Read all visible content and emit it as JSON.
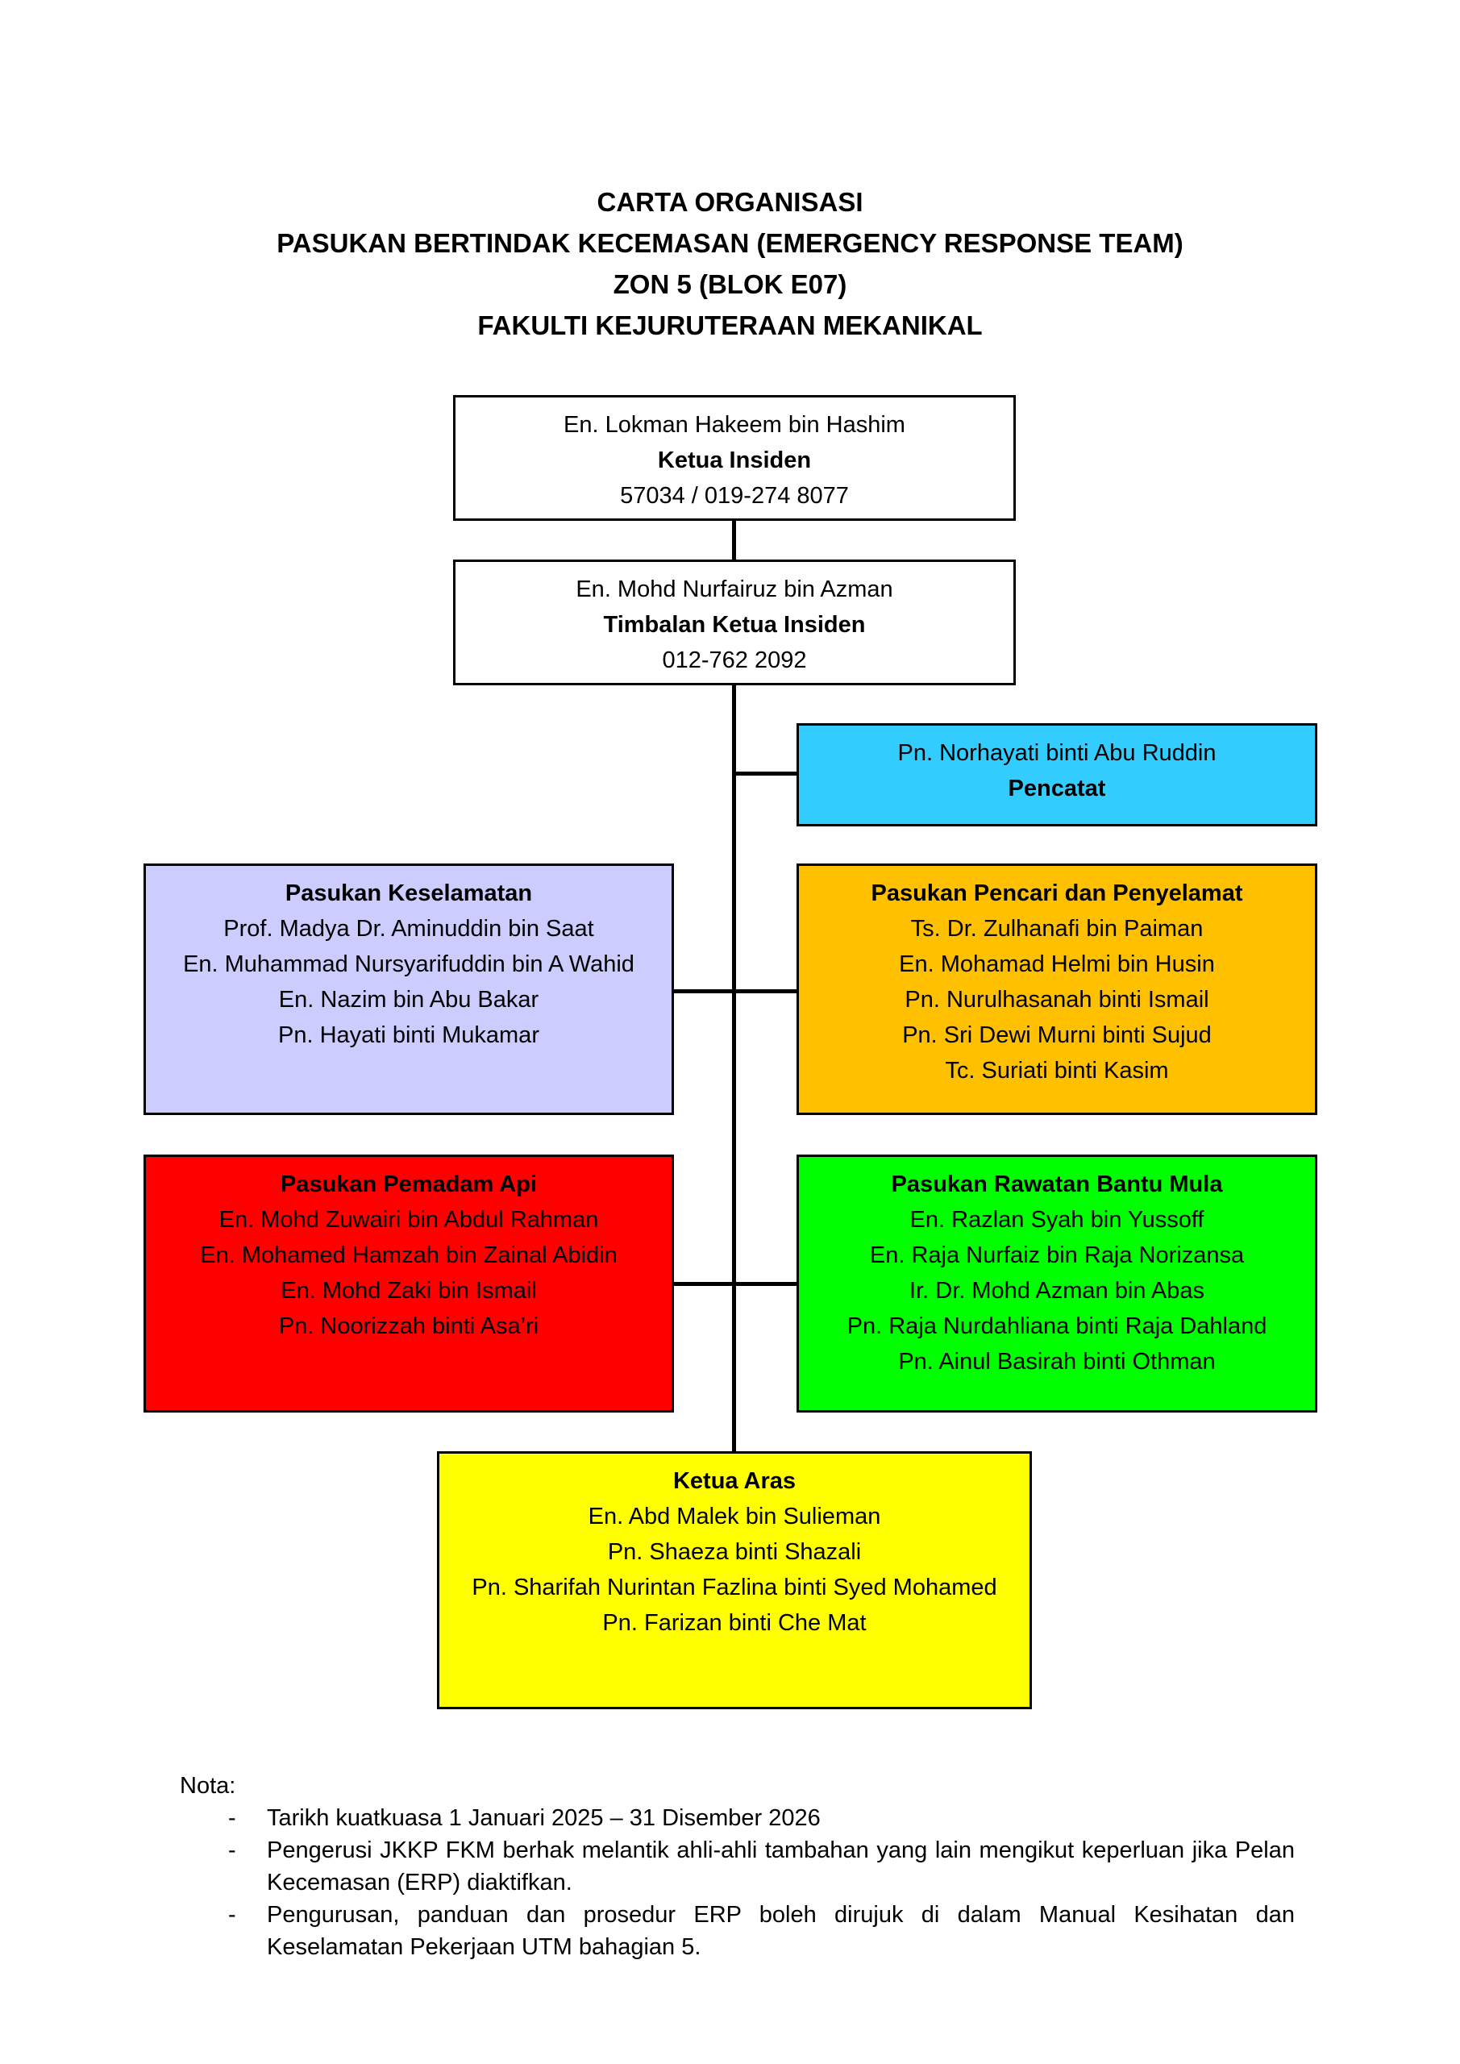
{
  "title": [
    "CARTA ORGANISASI",
    "PASUKAN BERTINDAK KECEMASAN (EMERGENCY RESPONSE TEAM)",
    "ZON 5 (BLOK E07)",
    "FAKULTI KEJURUTERAAN MEKANIKAL"
  ],
  "ketua_insiden": {
    "name": "En. Lokman Hakeem bin Hashim",
    "role": "Ketua Insiden",
    "contact": "57034 / 019-274 8077"
  },
  "timbalan": {
    "name": "En. Mohd Nurfairuz bin Azman",
    "role": "Timbalan Ketua Insiden",
    "contact": "012-762 2092"
  },
  "pencatat": {
    "name": "Pn. Norhayati binti Abu Ruddin",
    "role": "Pencatat"
  },
  "keselamatan": {
    "title": "Pasukan Keselamatan",
    "members": [
      "Prof. Madya Dr. Aminuddin bin Saat",
      "En. Muhammad Nursyarifuddin bin A Wahid",
      "En. Nazim bin Abu Bakar",
      "Pn. Hayati binti Mukamar"
    ]
  },
  "pencari": {
    "title": "Pasukan Pencari dan Penyelamat",
    "members": [
      "Ts. Dr. Zulhanafi bin Paiman",
      "En. Mohamad Helmi bin Husin",
      "Pn. Nurulhasanah binti Ismail",
      "Pn. Sri Dewi Murni binti Sujud",
      "Tc. Suriati binti Kasim"
    ]
  },
  "pemadam": {
    "title": "Pasukan Pemadam Api",
    "members": [
      "En. Mohd Zuwairi bin Abdul Rahman",
      "En. Mohamed Hamzah bin Zainal Abidin",
      "En. Mohd Zaki bin Ismail",
      "Pn. Noorizzah binti Asa’ri"
    ]
  },
  "rawatan": {
    "title": "Pasukan Rawatan Bantu Mula",
    "members": [
      "En. Razlan Syah bin Yussoff",
      "En. Raja Nurfaiz bin Raja Norizansa",
      "Ir. Dr. Mohd Azman bin Abas",
      "Pn. Raja Nurdahliana binti Raja Dahland",
      "Pn. Ainul Basirah binti Othman"
    ]
  },
  "ketua_aras": {
    "title": "Ketua Aras",
    "members": [
      "En. Abd Malek bin Sulieman",
      "Pn. Shaeza binti Shazali",
      "Pn. Sharifah Nurintan Fazlina binti Syed Mohamed",
      "Pn. Farizan binti Che Mat"
    ]
  },
  "nota": {
    "label": "Nota:",
    "items": [
      "Tarikh kuatkuasa 1 Januari 2025 – 31 Disember 2026",
      "Pengerusi JKKP FKM berhak melantik ahli-ahli tambahan yang lain mengikut keperluan jika Pelan Kecemasan (ERP) diaktifkan.",
      "Pengurusan, panduan dan prosedur ERP boleh dirujuk di dalam Manual Kesihatan dan Keselamatan Pekerjaan UTM bahagian 5."
    ]
  },
  "colors": {
    "pencatat": "#33CCFF",
    "keselamatan": "#CCCCFF",
    "pencari": "#FFC000",
    "pemadam": "#FF0000",
    "rawatan": "#00FF00",
    "ketua_aras": "#FFFF00"
  }
}
